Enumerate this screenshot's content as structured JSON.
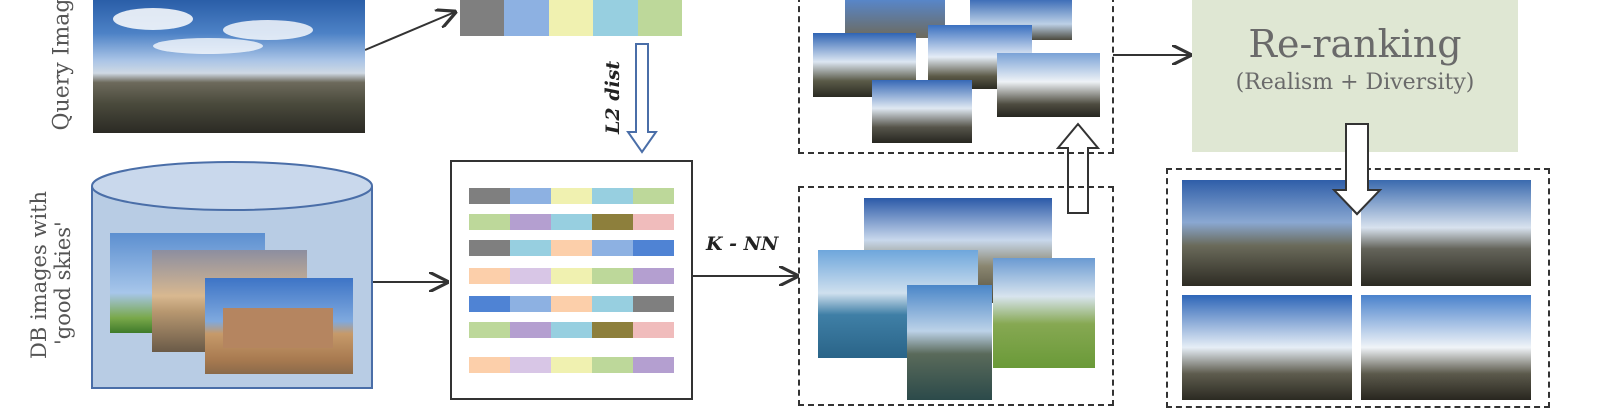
{
  "labels": {
    "query_image": "Query Imag",
    "db_line1": "DB images with",
    "db_line2": "'good skies'",
    "l2_dist": "L2 dist",
    "knn": "K - NN",
    "reranking_title": "Re-ranking",
    "reranking_sub": "(Realism + Diversity)"
  },
  "colors": {
    "gray": "#7f7f7f",
    "blue": "#8db1e2",
    "yellow": "#f0f1b0",
    "cyan": "#97cfe0",
    "green": "#bdd89a",
    "purple": "#b49fd0",
    "lavender": "#d8c6e6",
    "peach": "#fccfaa",
    "pink": "#f0bcbc",
    "olive": "#8d7f3c",
    "darkblue": "#4f83d4",
    "rerank_bg": "#dfe7d3",
    "db_fill": "#b8cce4"
  },
  "query_feature": [
    "gray",
    "blue",
    "yellow",
    "cyan",
    "green"
  ],
  "db_features": [
    [
      "gray",
      "blue",
      "yellow",
      "cyan",
      "green"
    ],
    [
      "green",
      "purple",
      "cyan",
      "olive",
      "pink"
    ],
    [
      "gray",
      "cyan",
      "peach",
      "blue",
      "darkblue"
    ],
    [
      "peach",
      "lavender",
      "yellow",
      "green",
      "purple"
    ],
    [
      "darkblue",
      "blue",
      "peach",
      "cyan",
      "gray"
    ],
    [
      "green",
      "purple",
      "cyan",
      "olive",
      "pink"
    ],
    [
      "peach",
      "lavender",
      "yellow",
      "green",
      "purple"
    ]
  ]
}
